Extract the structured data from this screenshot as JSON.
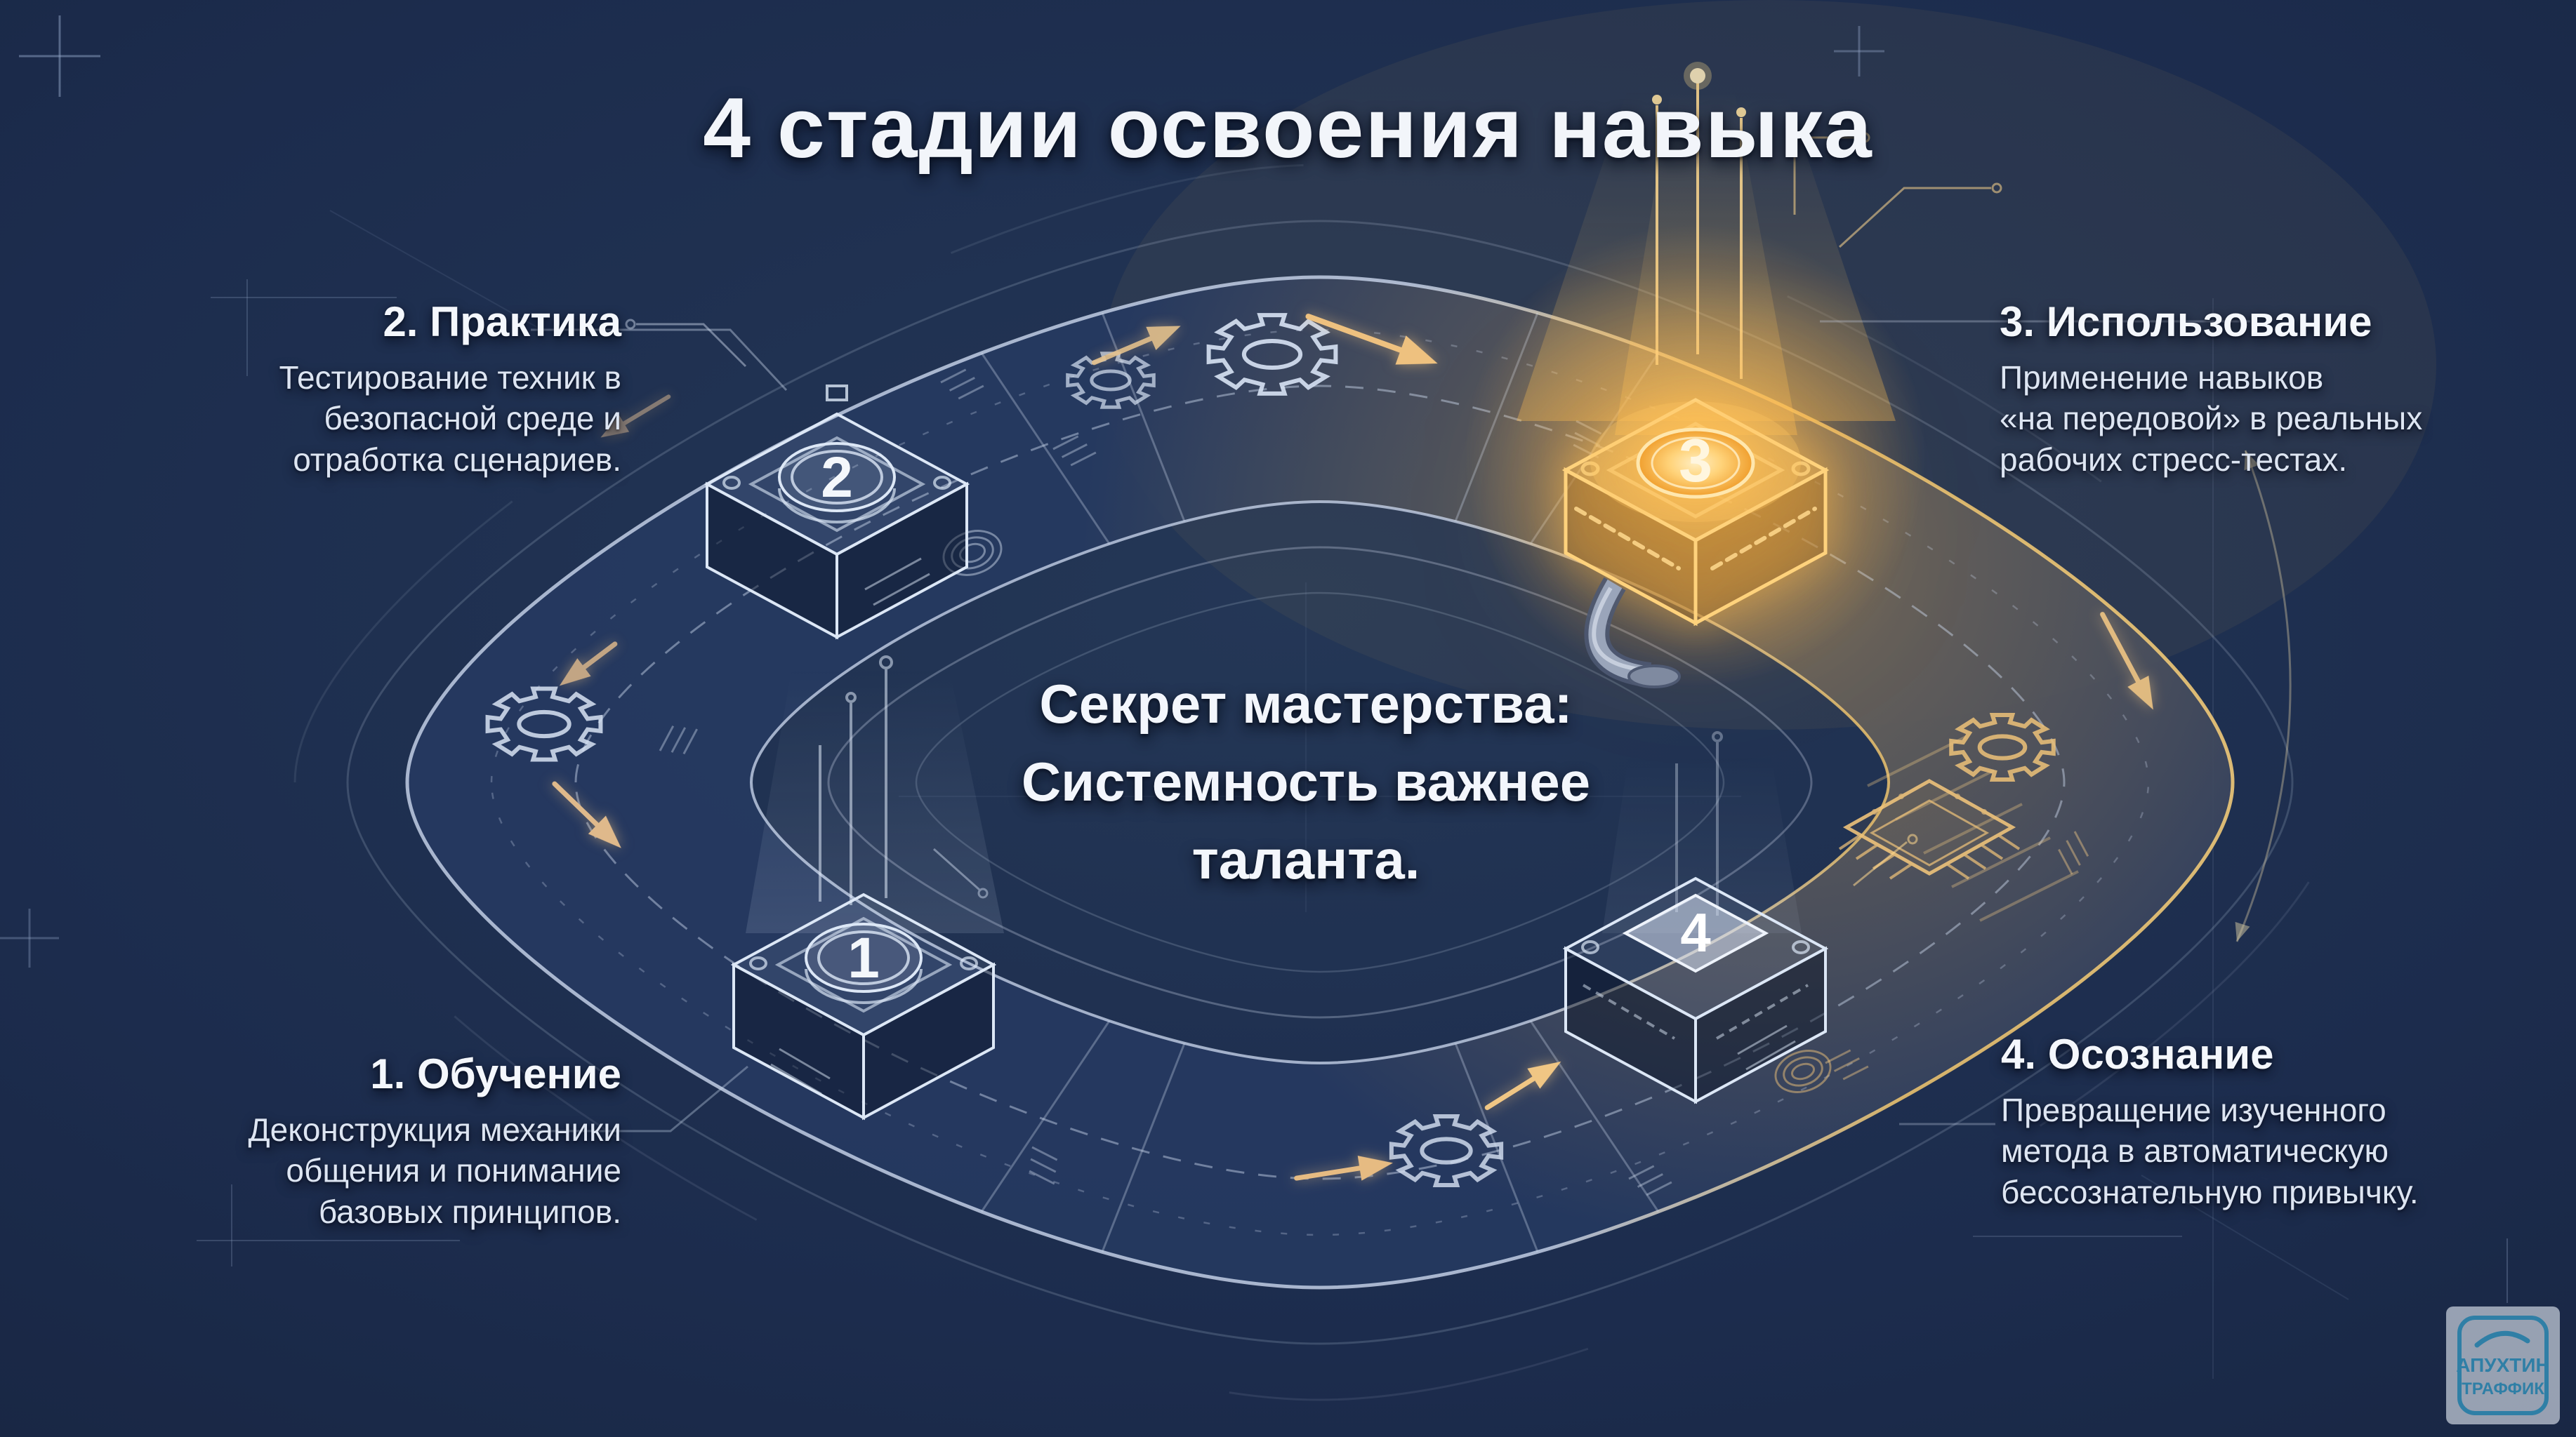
{
  "title": "4 стадии освоения навыка",
  "center_note": "Секрет мастерства:\nСистемность важнее\nталанта.",
  "stages": [
    {
      "heading": "1. Обучение",
      "description": "Деконструкция механики\nобщения и понимание\nбазовых принципов.",
      "node_number": "1"
    },
    {
      "heading": "2. Практика",
      "description": "Тестирование техник в\nбезопасной среде и\nотработка сценариев.",
      "node_number": "2"
    },
    {
      "heading": "3. Использование",
      "description": "Применение навыков\n«на передовой» в реальных\nрабочих стресс-тестах.",
      "node_number": "3"
    },
    {
      "heading": "4. Осознание",
      "description": "Превращение изученного\nметода в автоматическую\nбессознательную привычку.",
      "node_number": "4"
    }
  ],
  "watermark": {
    "line1": "АПУХТИН",
    "line2": "ТРАФФИК"
  },
  "colors": {
    "background": "#1c2c4d",
    "blueprint_line": "#d6e1f3",
    "accent_gold": "#f2b94a",
    "arrow_tan": "#e3b47c",
    "watermark_teal": "#2f7fa6"
  },
  "icons": [
    "gear-icon",
    "chip-icon",
    "conveyor-arrow-icon",
    "registration-cross-icon"
  ]
}
